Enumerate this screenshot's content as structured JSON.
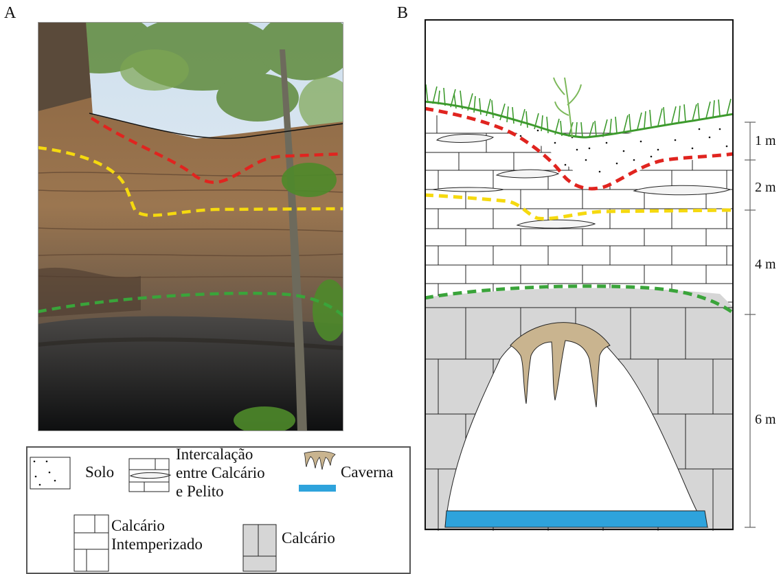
{
  "panels": {
    "a": "A",
    "b": "B"
  },
  "scale": [
    "1 m",
    "2 m",
    "4 m",
    "6 m"
  ],
  "legend": {
    "solo": "Solo",
    "intercalacao": [
      "Intercalação",
      "entre Calcário",
      "e Pelito"
    ],
    "caverna": "Caverna",
    "calcario_intemperizado": [
      "Calcário",
      "Intemperizado"
    ],
    "calcario": "Calcário"
  },
  "colors": {
    "soil_contact": "#e0241f",
    "weathered_contact": "#f5d90f",
    "limestone_contact": "#3aa43a",
    "limestone_fill": "#d6d6d6",
    "speleothem": "#c9b48f",
    "water": "#2ea3dc"
  }
}
